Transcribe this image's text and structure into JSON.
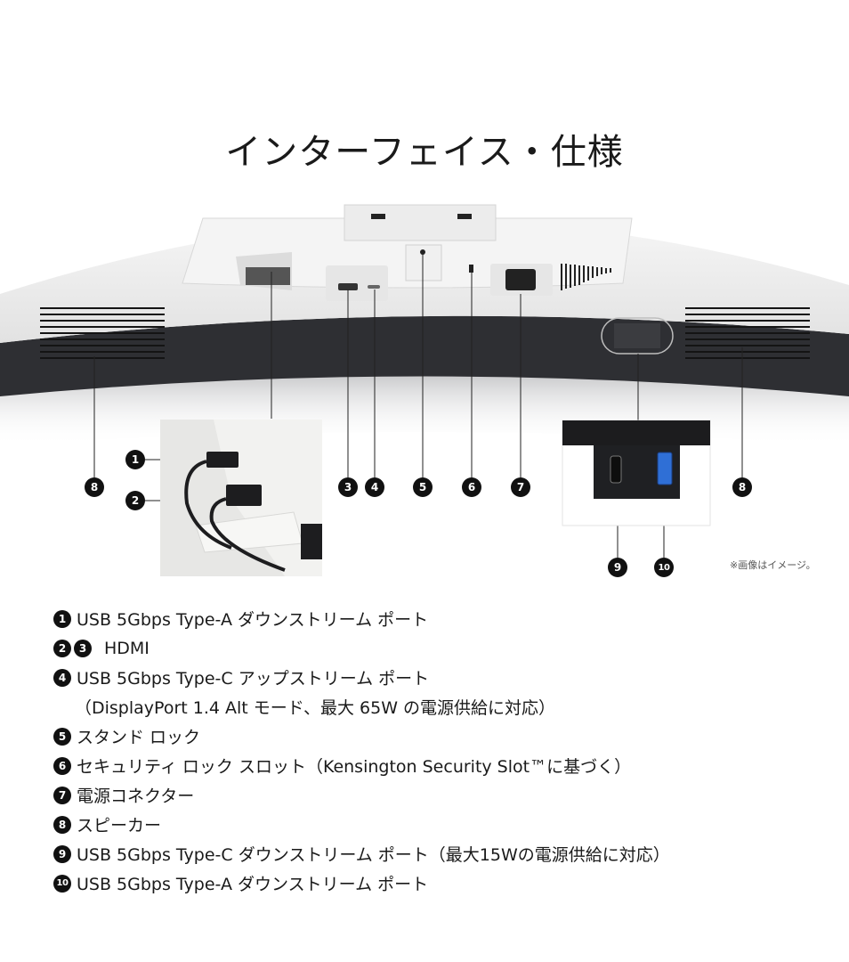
{
  "page": {
    "title": "インターフェイス・仕様",
    "image_note": "※画像はイメージ。"
  },
  "callouts": [
    {
      "id": "1",
      "label": "1"
    },
    {
      "id": "2",
      "label": "2"
    },
    {
      "id": "3",
      "label": "3"
    },
    {
      "id": "4",
      "label": "4"
    },
    {
      "id": "5",
      "label": "5"
    },
    {
      "id": "6",
      "label": "6"
    },
    {
      "id": "7",
      "label": "7"
    },
    {
      "id": "8",
      "label": "8"
    },
    {
      "id": "9",
      "label": "9"
    },
    {
      "id": "10",
      "label": "10"
    }
  ],
  "specs": [
    {
      "nums": [
        "1"
      ],
      "text": "USB 5Gbps Type-A ダウンストリーム ポート"
    },
    {
      "nums": [
        "2",
        "3"
      ],
      "text": "HDMI"
    },
    {
      "nums": [
        "4"
      ],
      "text": "USB 5Gbps Type-C アップストリーム ポート"
    },
    {
      "nums": [],
      "text": "（DisplayPort 1.4 Alt モード、最大 65W の電源供給に対応）"
    },
    {
      "nums": [
        "5"
      ],
      "text": "スタンド ロック"
    },
    {
      "nums": [
        "6"
      ],
      "text": "セキュリティ ロック スロット（Kensington Security Slot™に基づく）"
    },
    {
      "nums": [
        "7"
      ],
      "text": "電源コネクター"
    },
    {
      "nums": [
        "8"
      ],
      "text": "スピーカー"
    },
    {
      "nums": [
        "9"
      ],
      "text": "USB 5Gbps Type-C ダウンストリーム ポート（最大15Wの電源供給に対応）"
    },
    {
      "nums": [
        "10"
      ],
      "text": "USB 5Gbps Type-A ダウンストリーム ポート"
    }
  ],
  "colors": {
    "badge": "#111111",
    "monitor_white": "#eeeeee",
    "monitor_dark": "#2e2f33",
    "usb_blue": "#2f6fd6"
  }
}
